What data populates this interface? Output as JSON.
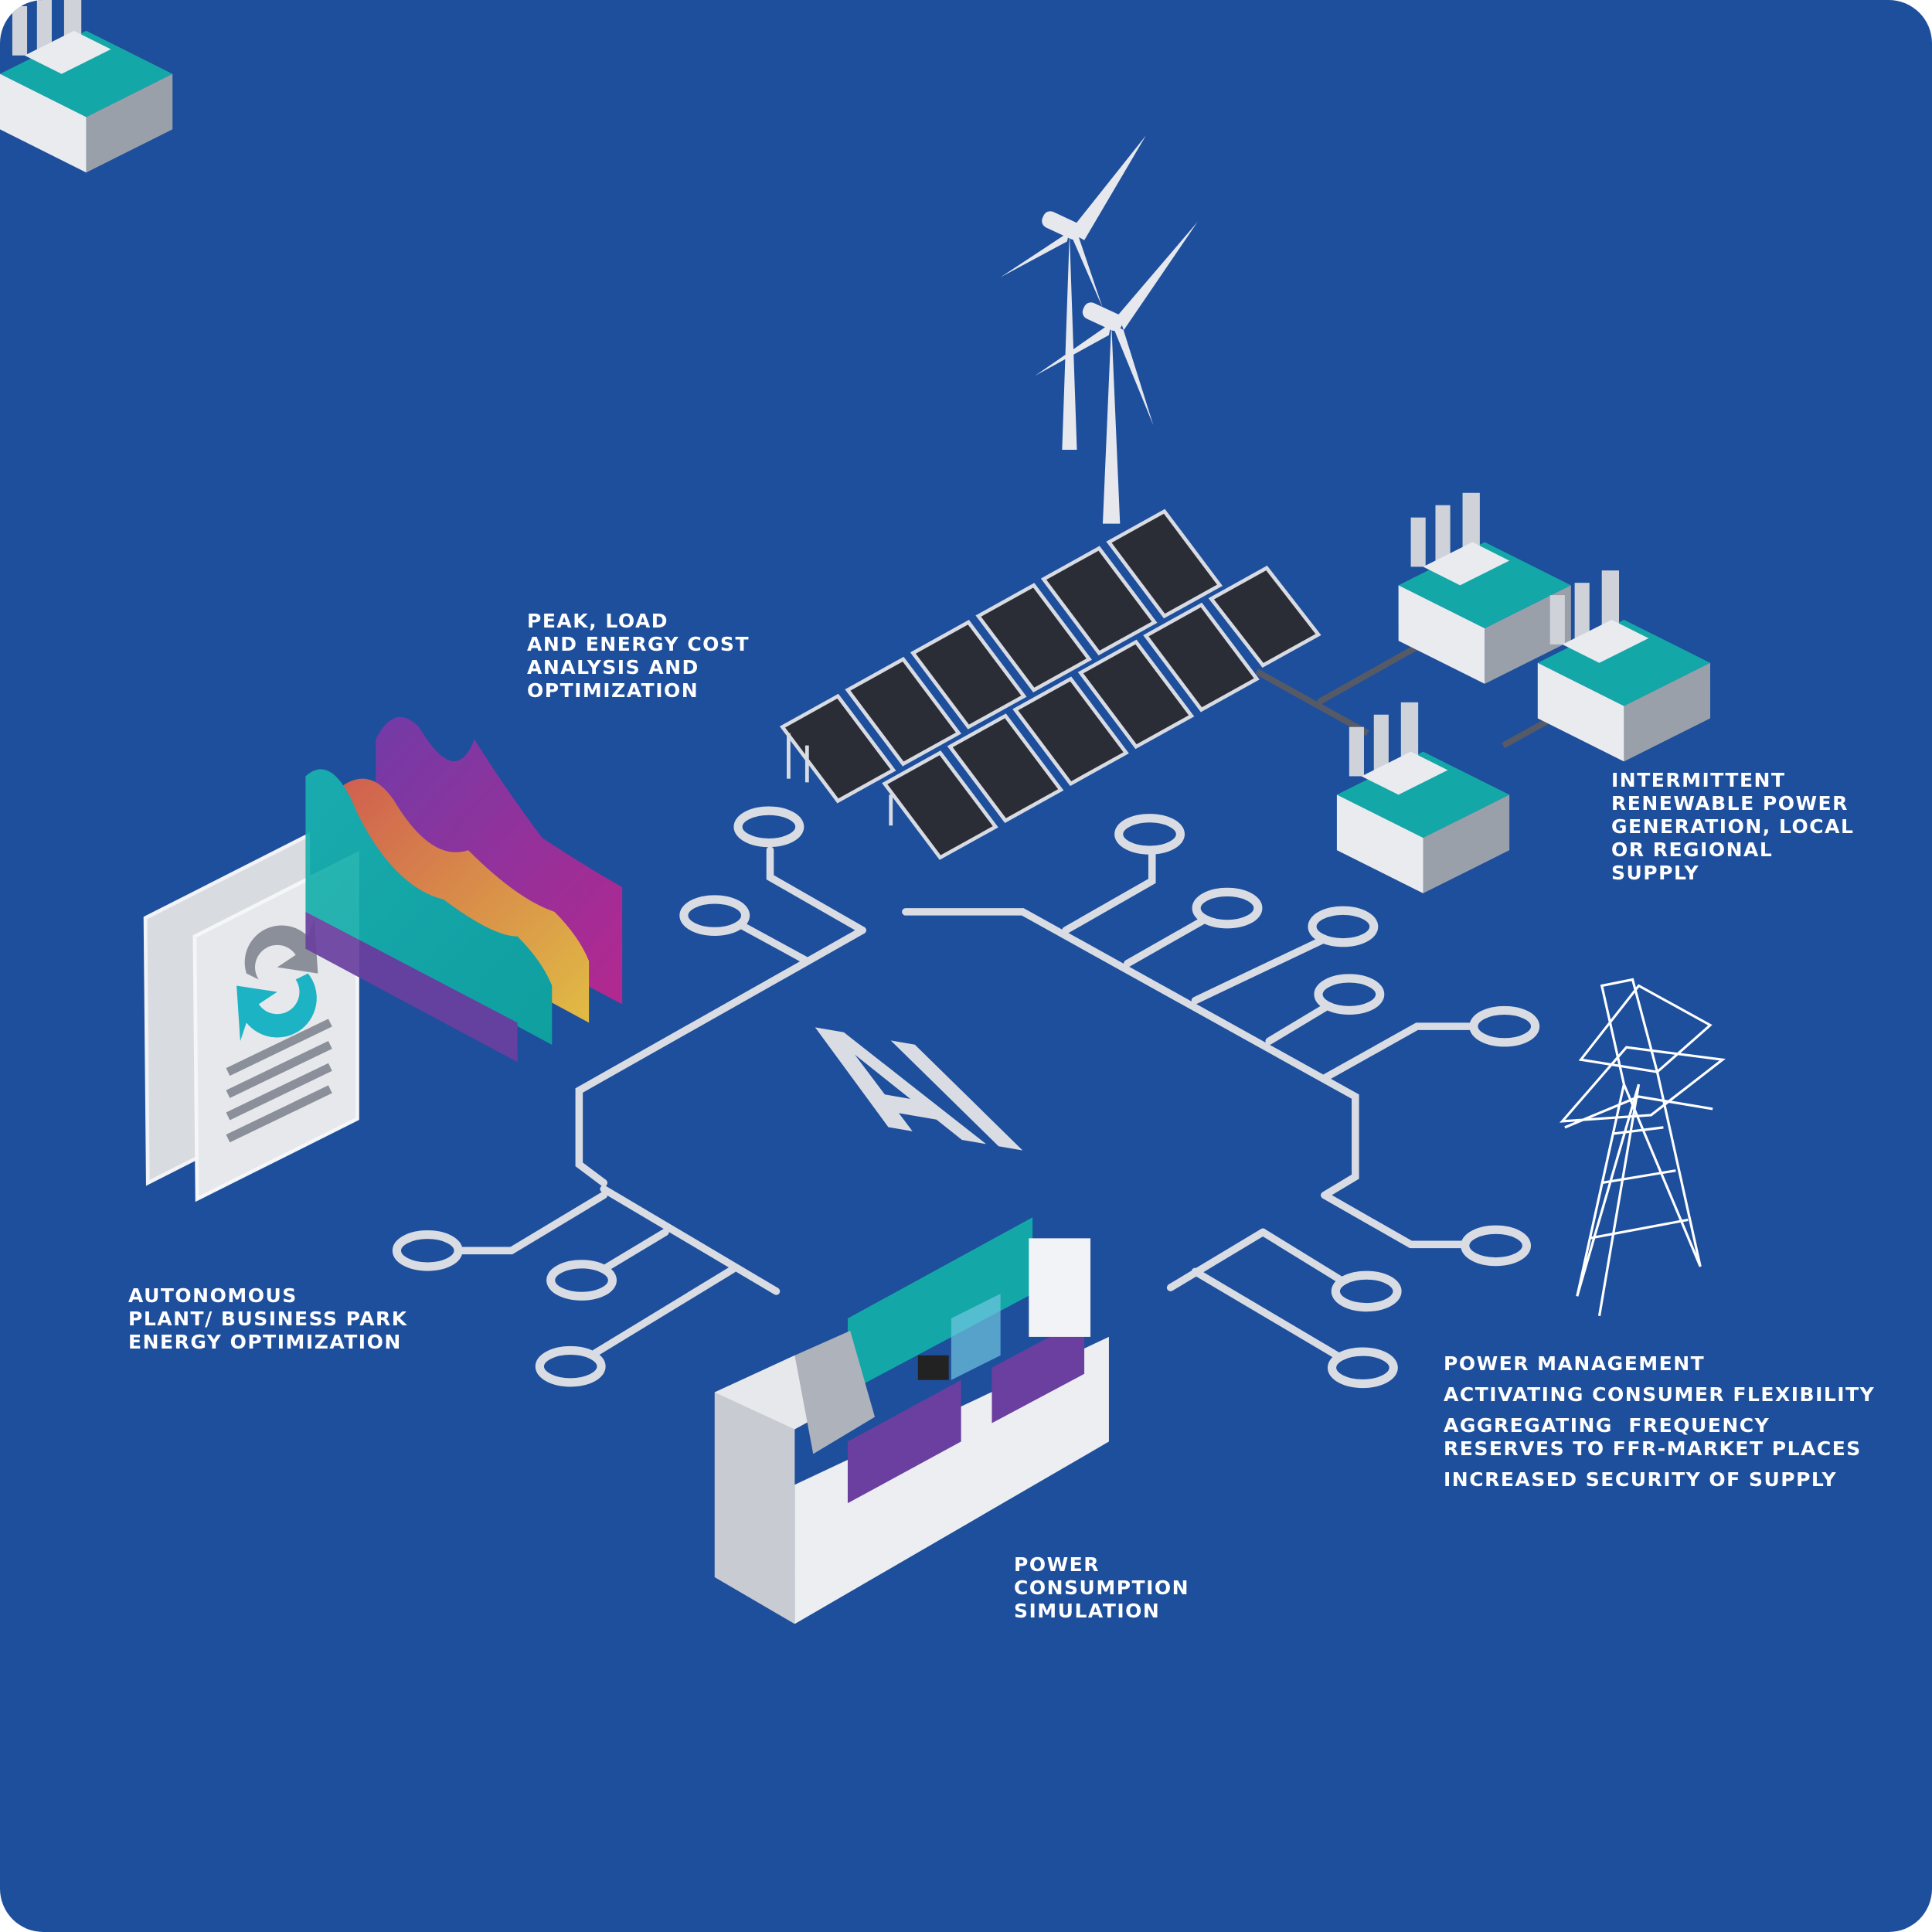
{
  "colors": {
    "background": "#1e4f9c",
    "circuit": "#d9dce3",
    "teal": "#14a7a8",
    "purple": "#6a3fa0",
    "label": "#ffffff"
  },
  "chip": {
    "label": "AI"
  },
  "labels": {
    "peak": [
      "PEAK, LOAD",
      "AND ENERGY COST",
      "ANALYSIS AND",
      "OPTIMIZATION"
    ],
    "intermittent": [
      "INTERMITTENT",
      "RENEWABLE POWER",
      "GENERATION, LOCAL",
      "OR REGIONAL",
      "SUPPLY"
    ],
    "autonomous": [
      "AUTONOMOUS",
      "PLANT/ BUSINESS PARK",
      "ENERGY OPTIMIZATION"
    ],
    "consumption": [
      "POWER",
      "CONSUMPTION",
      "SIMULATION"
    ],
    "management": [
      "POWER MANAGEMENT",
      "ACTIVATING CONSUMER FLEXIBILITY",
      "AGGREGATING  FREQUENCY\nRESERVES TO FFR-MARKET PLACES",
      "INCREASED SECURITY OF SUPPLY"
    ]
  },
  "icons": [
    "wind-turbine-icon",
    "solar-panel-icon",
    "factory-icon",
    "power-pylon-icon",
    "document-refresh-icon",
    "area-chart-icon",
    "industrial-machine-icon",
    "ai-chip-icon"
  ]
}
